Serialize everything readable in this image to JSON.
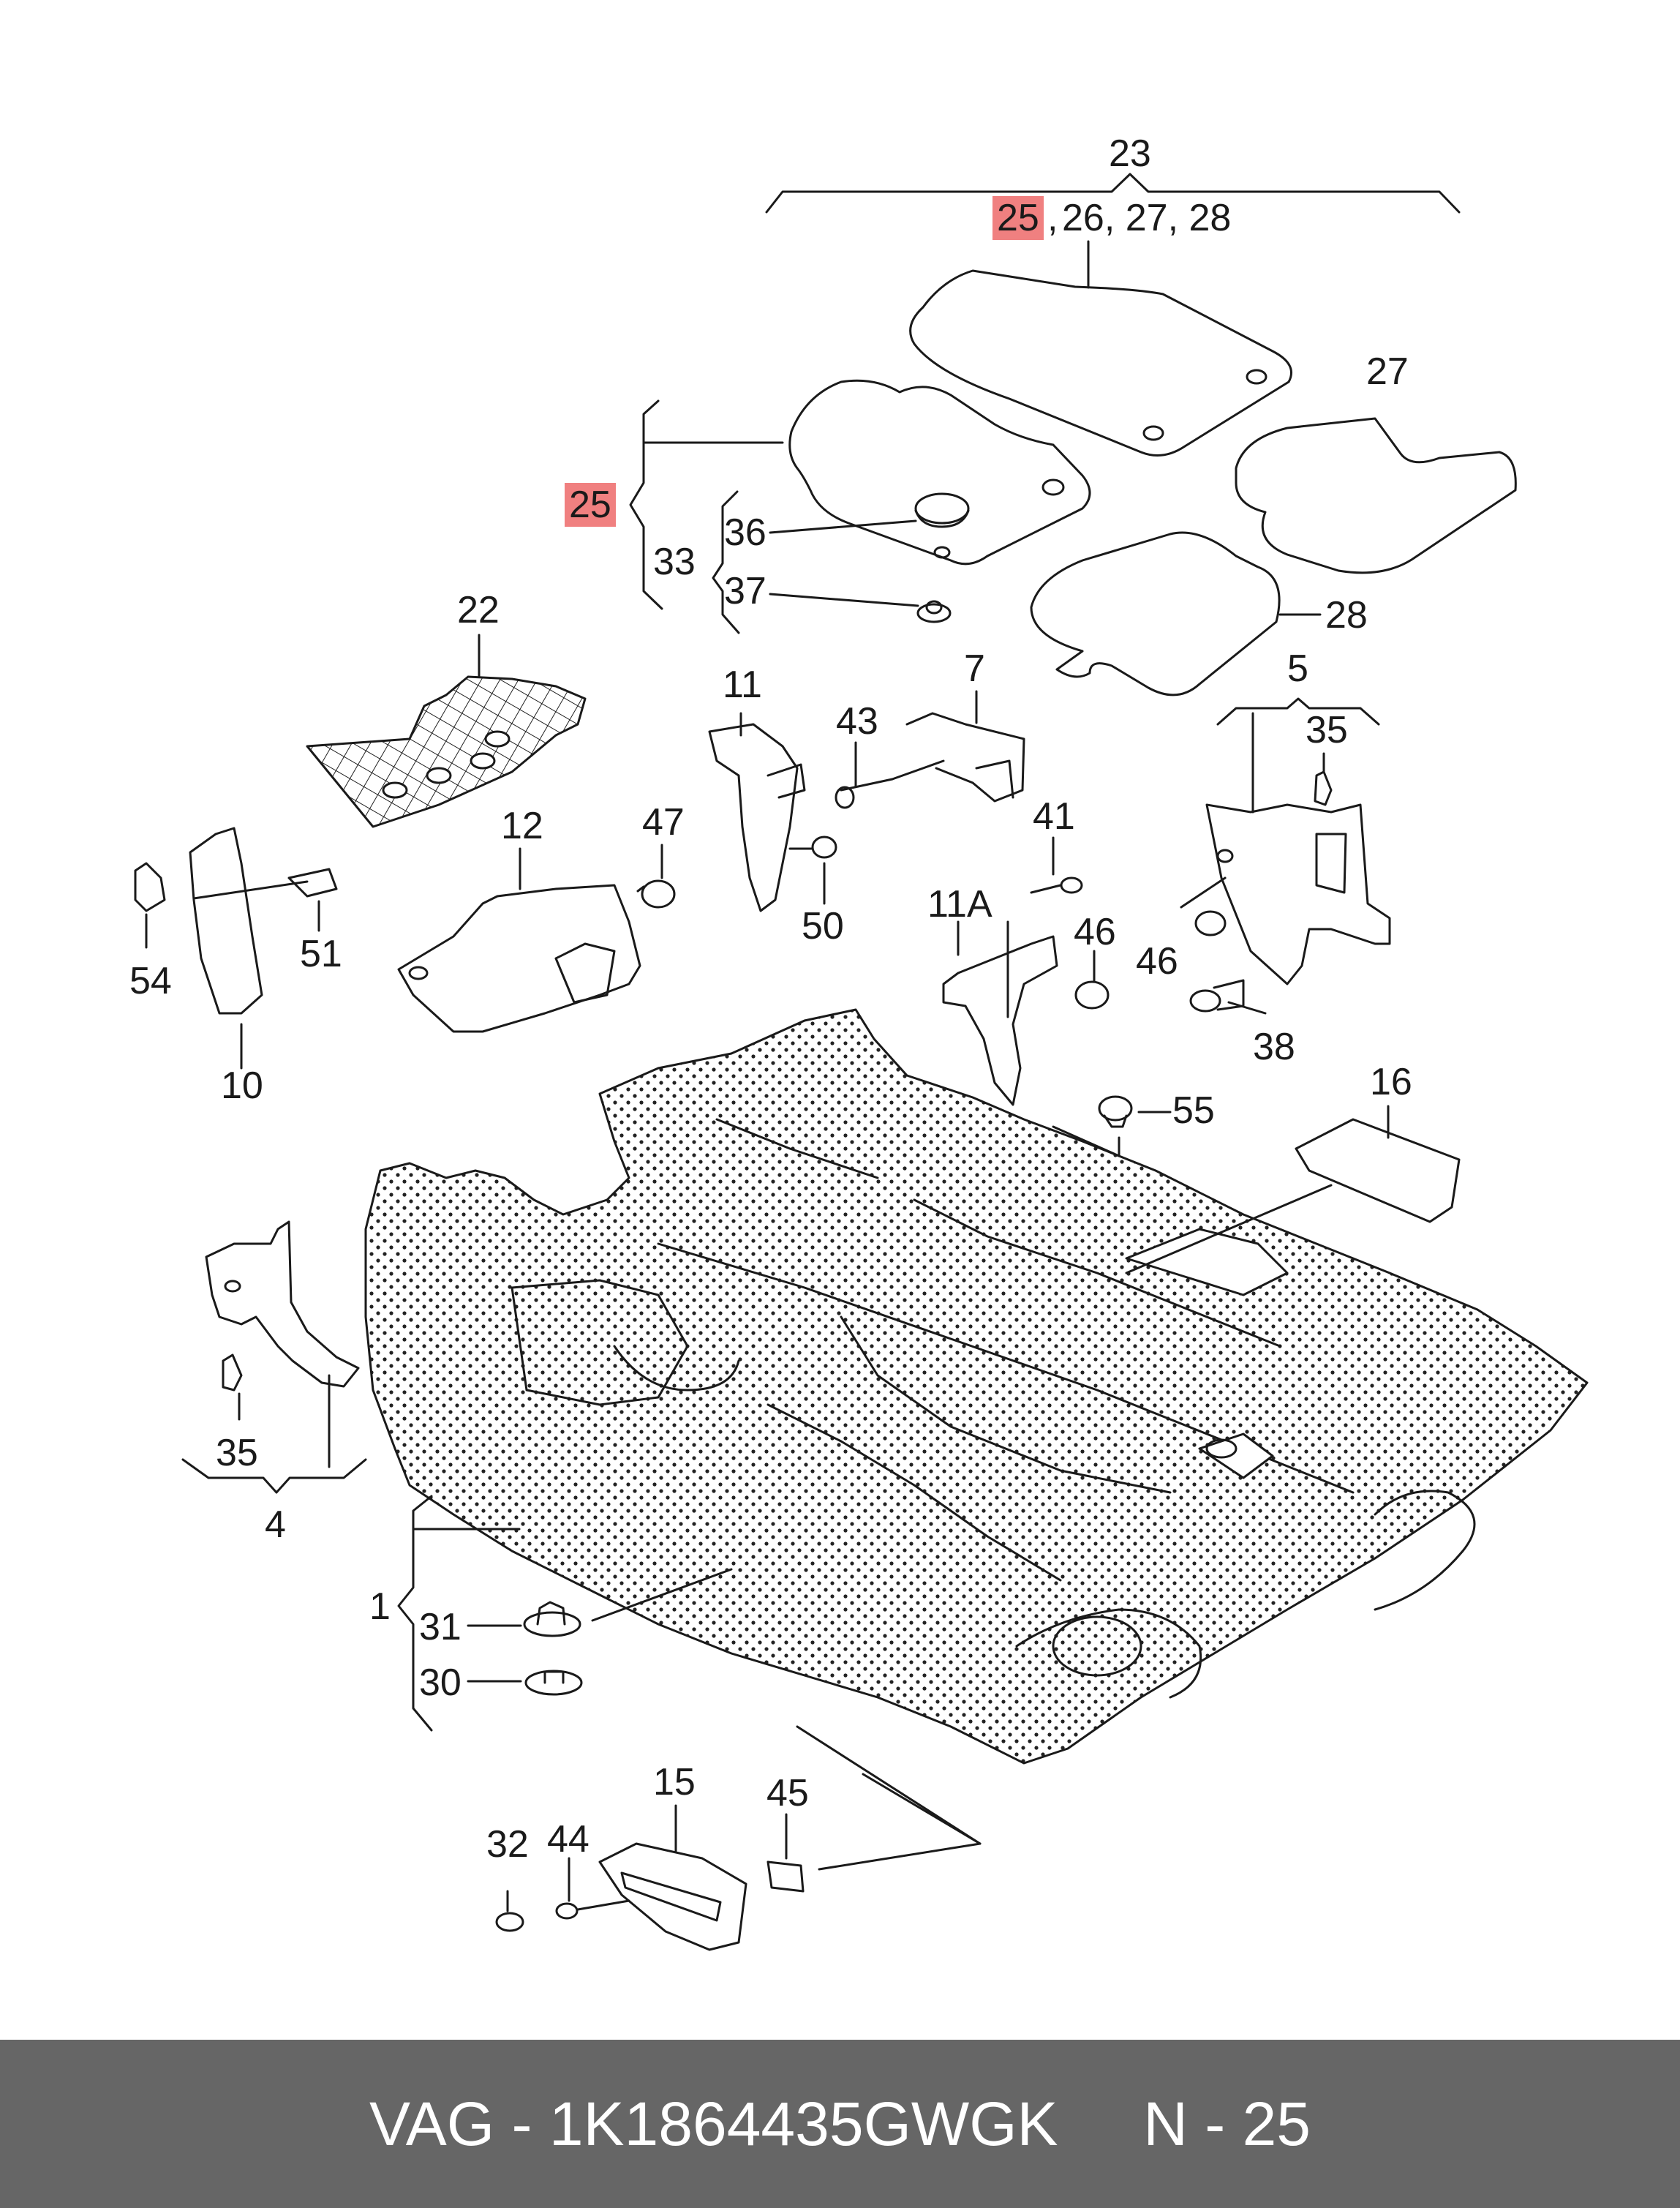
{
  "labels": {
    "n23": "23",
    "n25_top": "25",
    "comma_top": ",",
    "n26_28": "26, 27, 28",
    "n27": "27",
    "n25_side": "25",
    "n36": "36",
    "n33": "33",
    "n37": "37",
    "n28": "28",
    "n22": "22",
    "n11": "11",
    "n7": "7",
    "n43": "43",
    "n5": "5",
    "n35_right": "35",
    "n12": "12",
    "n47": "47",
    "n41": "41",
    "n51": "51",
    "n54": "54",
    "n50": "50",
    "n11A": "11A",
    "n46_a": "46",
    "n46_b": "46",
    "n10": "10",
    "n38": "38",
    "n16": "16",
    "n55": "55",
    "n35_left": "35",
    "n4": "4",
    "n1": "1",
    "n31": "31",
    "n30": "30",
    "n15": "15",
    "n45": "45",
    "n32": "32",
    "n44": "44"
  },
  "footer": {
    "brand": "VAG",
    "sep": " - ",
    "part": "1K1864435GWGK",
    "gap": "     ",
    "page": "N - 25"
  },
  "colors": {
    "highlight": "#f08080",
    "footer_bg": "#666666",
    "line": "#1a1a1a",
    "dots": "#222222"
  }
}
